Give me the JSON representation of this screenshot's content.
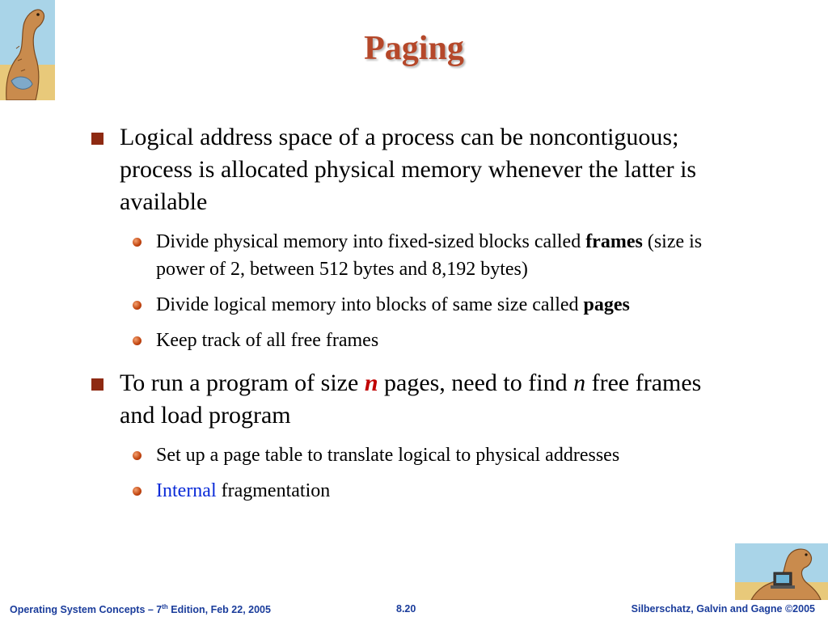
{
  "slide": {
    "title": "Paging",
    "bullets": [
      {
        "text": "Logical address space of a process can be noncontiguous; process is allocated physical memory whenever the latter is available",
        "sub": [
          {
            "a": "Divide physical memory into fixed-sized blocks called ",
            "b": "frames",
            "c": " (size is power of 2, between 512 bytes and 8,192 bytes)"
          },
          {
            "a": "Divide logical memory into blocks of same size called ",
            "b": "pages"
          },
          {
            "a": "Keep track of all free frames"
          }
        ]
      },
      {
        "p1": "To run a program of size ",
        "n": "n",
        "p2": " pages, need to find ",
        "p3": " free frames and load program",
        "sub": [
          {
            "a": "Set up a page table to translate logical to physical addresses"
          },
          {
            "blue": "Internal",
            "a": " fragmentation"
          }
        ]
      }
    ]
  },
  "footer": {
    "left_a": "Operating System Concepts – 7",
    "left_sup": "th",
    "left_b": " Edition, Feb 22, 2005",
    "center": "8.20",
    "right": "Silberschatz, Galvin and Gagne ©2005"
  },
  "colors": {
    "title": "#b5482a",
    "square_bullet": "#8e2a12",
    "round_bullet": "#c1440e",
    "accent": "#c00000",
    "link": "#0a2bd8",
    "footer": "#1a3c9b"
  },
  "icons": [
    "dinosaur-corner-image",
    "dinosaur-laptop-image",
    "square-bullet-icon",
    "round-bullet-icon"
  ]
}
